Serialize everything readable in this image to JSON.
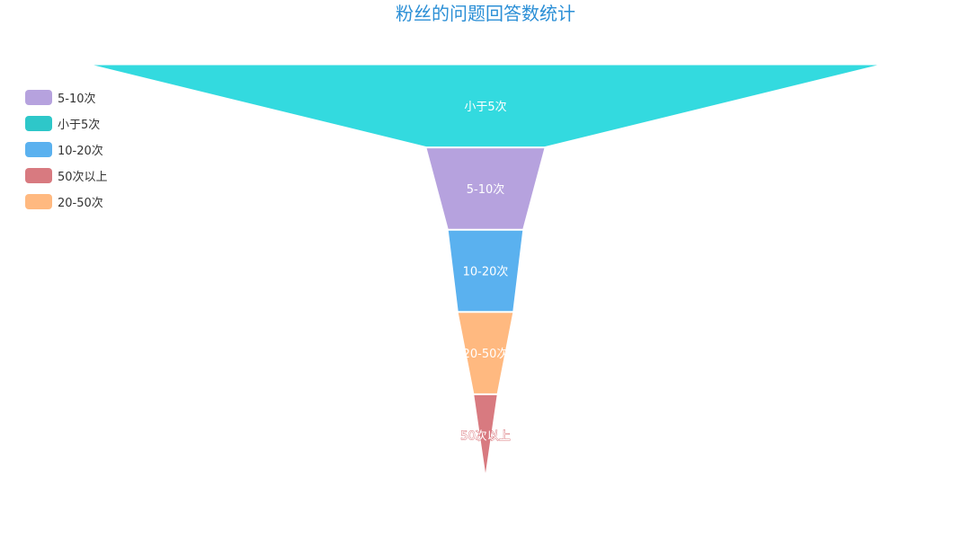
{
  "chart_data": {
    "type": "funnel",
    "title": "粉丝的问题回答数统计",
    "sort": "descending",
    "legend_position": "left",
    "legend": [
      {
        "name": "5-10次",
        "color": "#b6a2de"
      },
      {
        "name": "小于5次",
        "color": "#2ec7c9"
      },
      {
        "name": "10-20次",
        "color": "#5ab1ef"
      },
      {
        "name": "50次以上",
        "color": "#d87a80"
      },
      {
        "name": "20-50次",
        "color": "#ffb980"
      }
    ],
    "data": [
      {
        "name": "小于5次",
        "value": 100,
        "color": "#33dadf"
      },
      {
        "name": "5-10次",
        "value": 15,
        "color": "#b6a2de"
      },
      {
        "name": "10-20次",
        "value": 9.5,
        "color": "#5ab1ef"
      },
      {
        "name": "20-50次",
        "value": 7,
        "color": "#ffb980"
      },
      {
        "name": "50次以上",
        "value": 3,
        "color": "#d87a80"
      }
    ]
  }
}
